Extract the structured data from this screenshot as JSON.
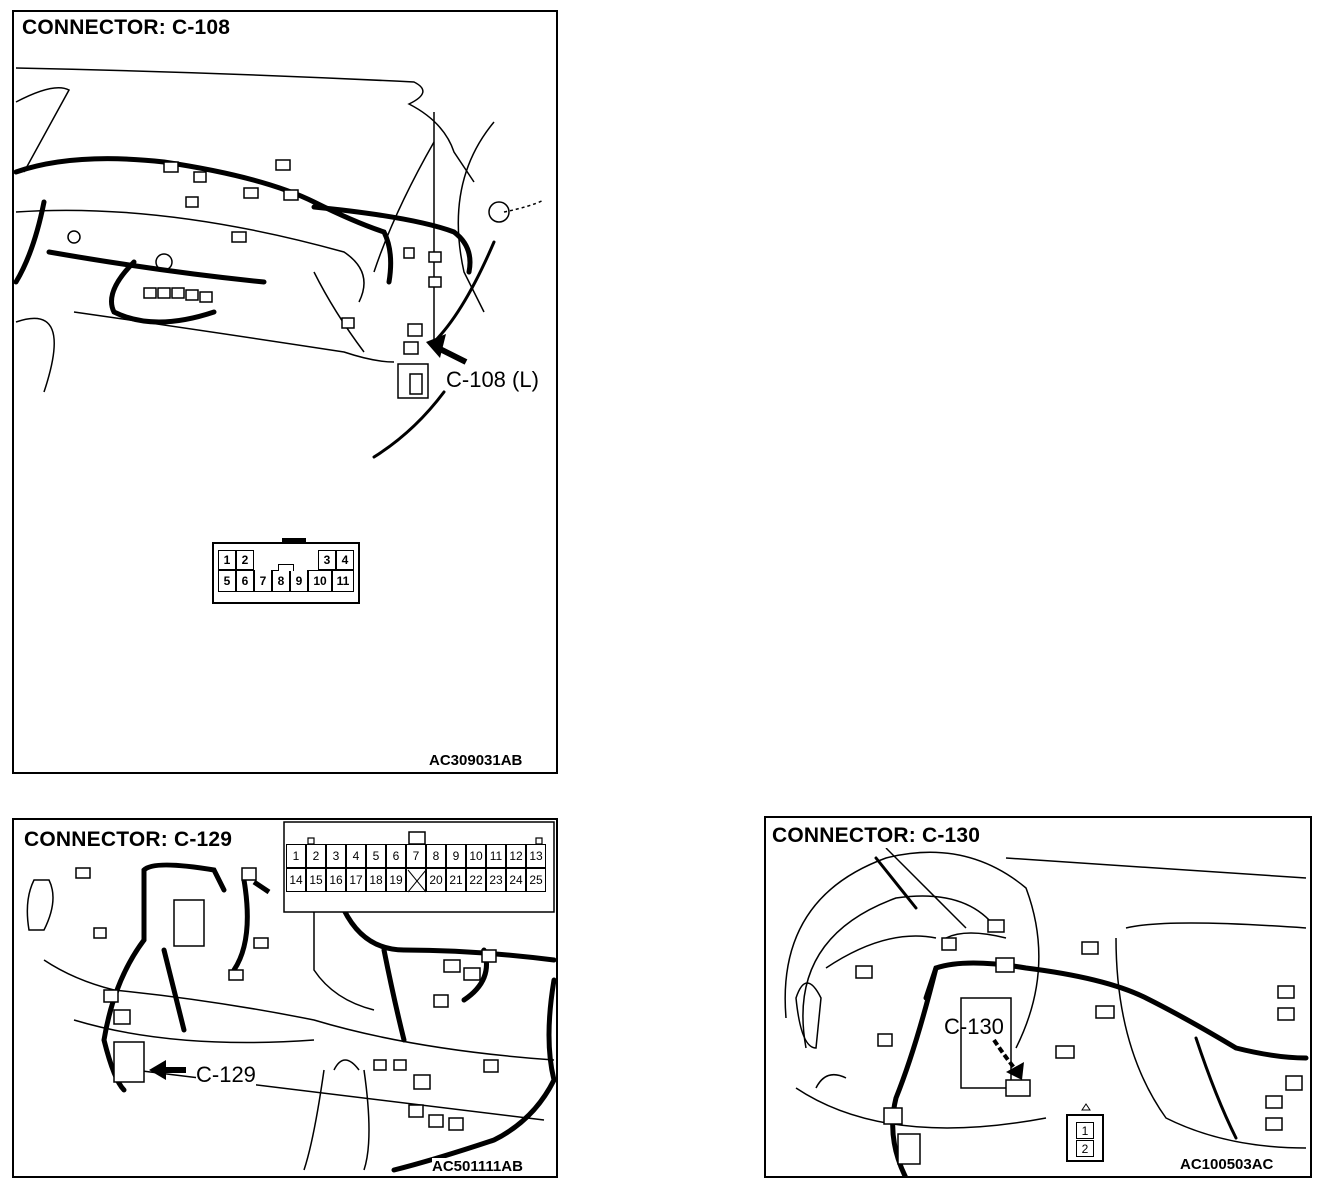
{
  "panels": {
    "c108": {
      "title": "CONNECTOR: C-108",
      "callout": "C-108 (L)",
      "code": "AC309031AB",
      "pins": [
        "1",
        "2",
        "3",
        "4",
        "5",
        "6",
        "7",
        "8",
        "9",
        "10",
        "11"
      ]
    },
    "c129": {
      "title": "CONNECTOR: C-129",
      "callout": "C-129",
      "code": "AC501111AB",
      "pins_top": [
        "1",
        "2",
        "3",
        "4",
        "5",
        "6",
        "7",
        "8",
        "9",
        "10",
        "11",
        "12",
        "13"
      ],
      "pins_bottom": [
        "14",
        "15",
        "16",
        "17",
        "18",
        "19",
        "",
        "20",
        "21",
        "22",
        "23",
        "24",
        "25"
      ]
    },
    "c130": {
      "title": "CONNECTOR: C-130",
      "callout": "C-130",
      "code": "AC100503AC",
      "pins": [
        "1",
        "2"
      ]
    }
  }
}
